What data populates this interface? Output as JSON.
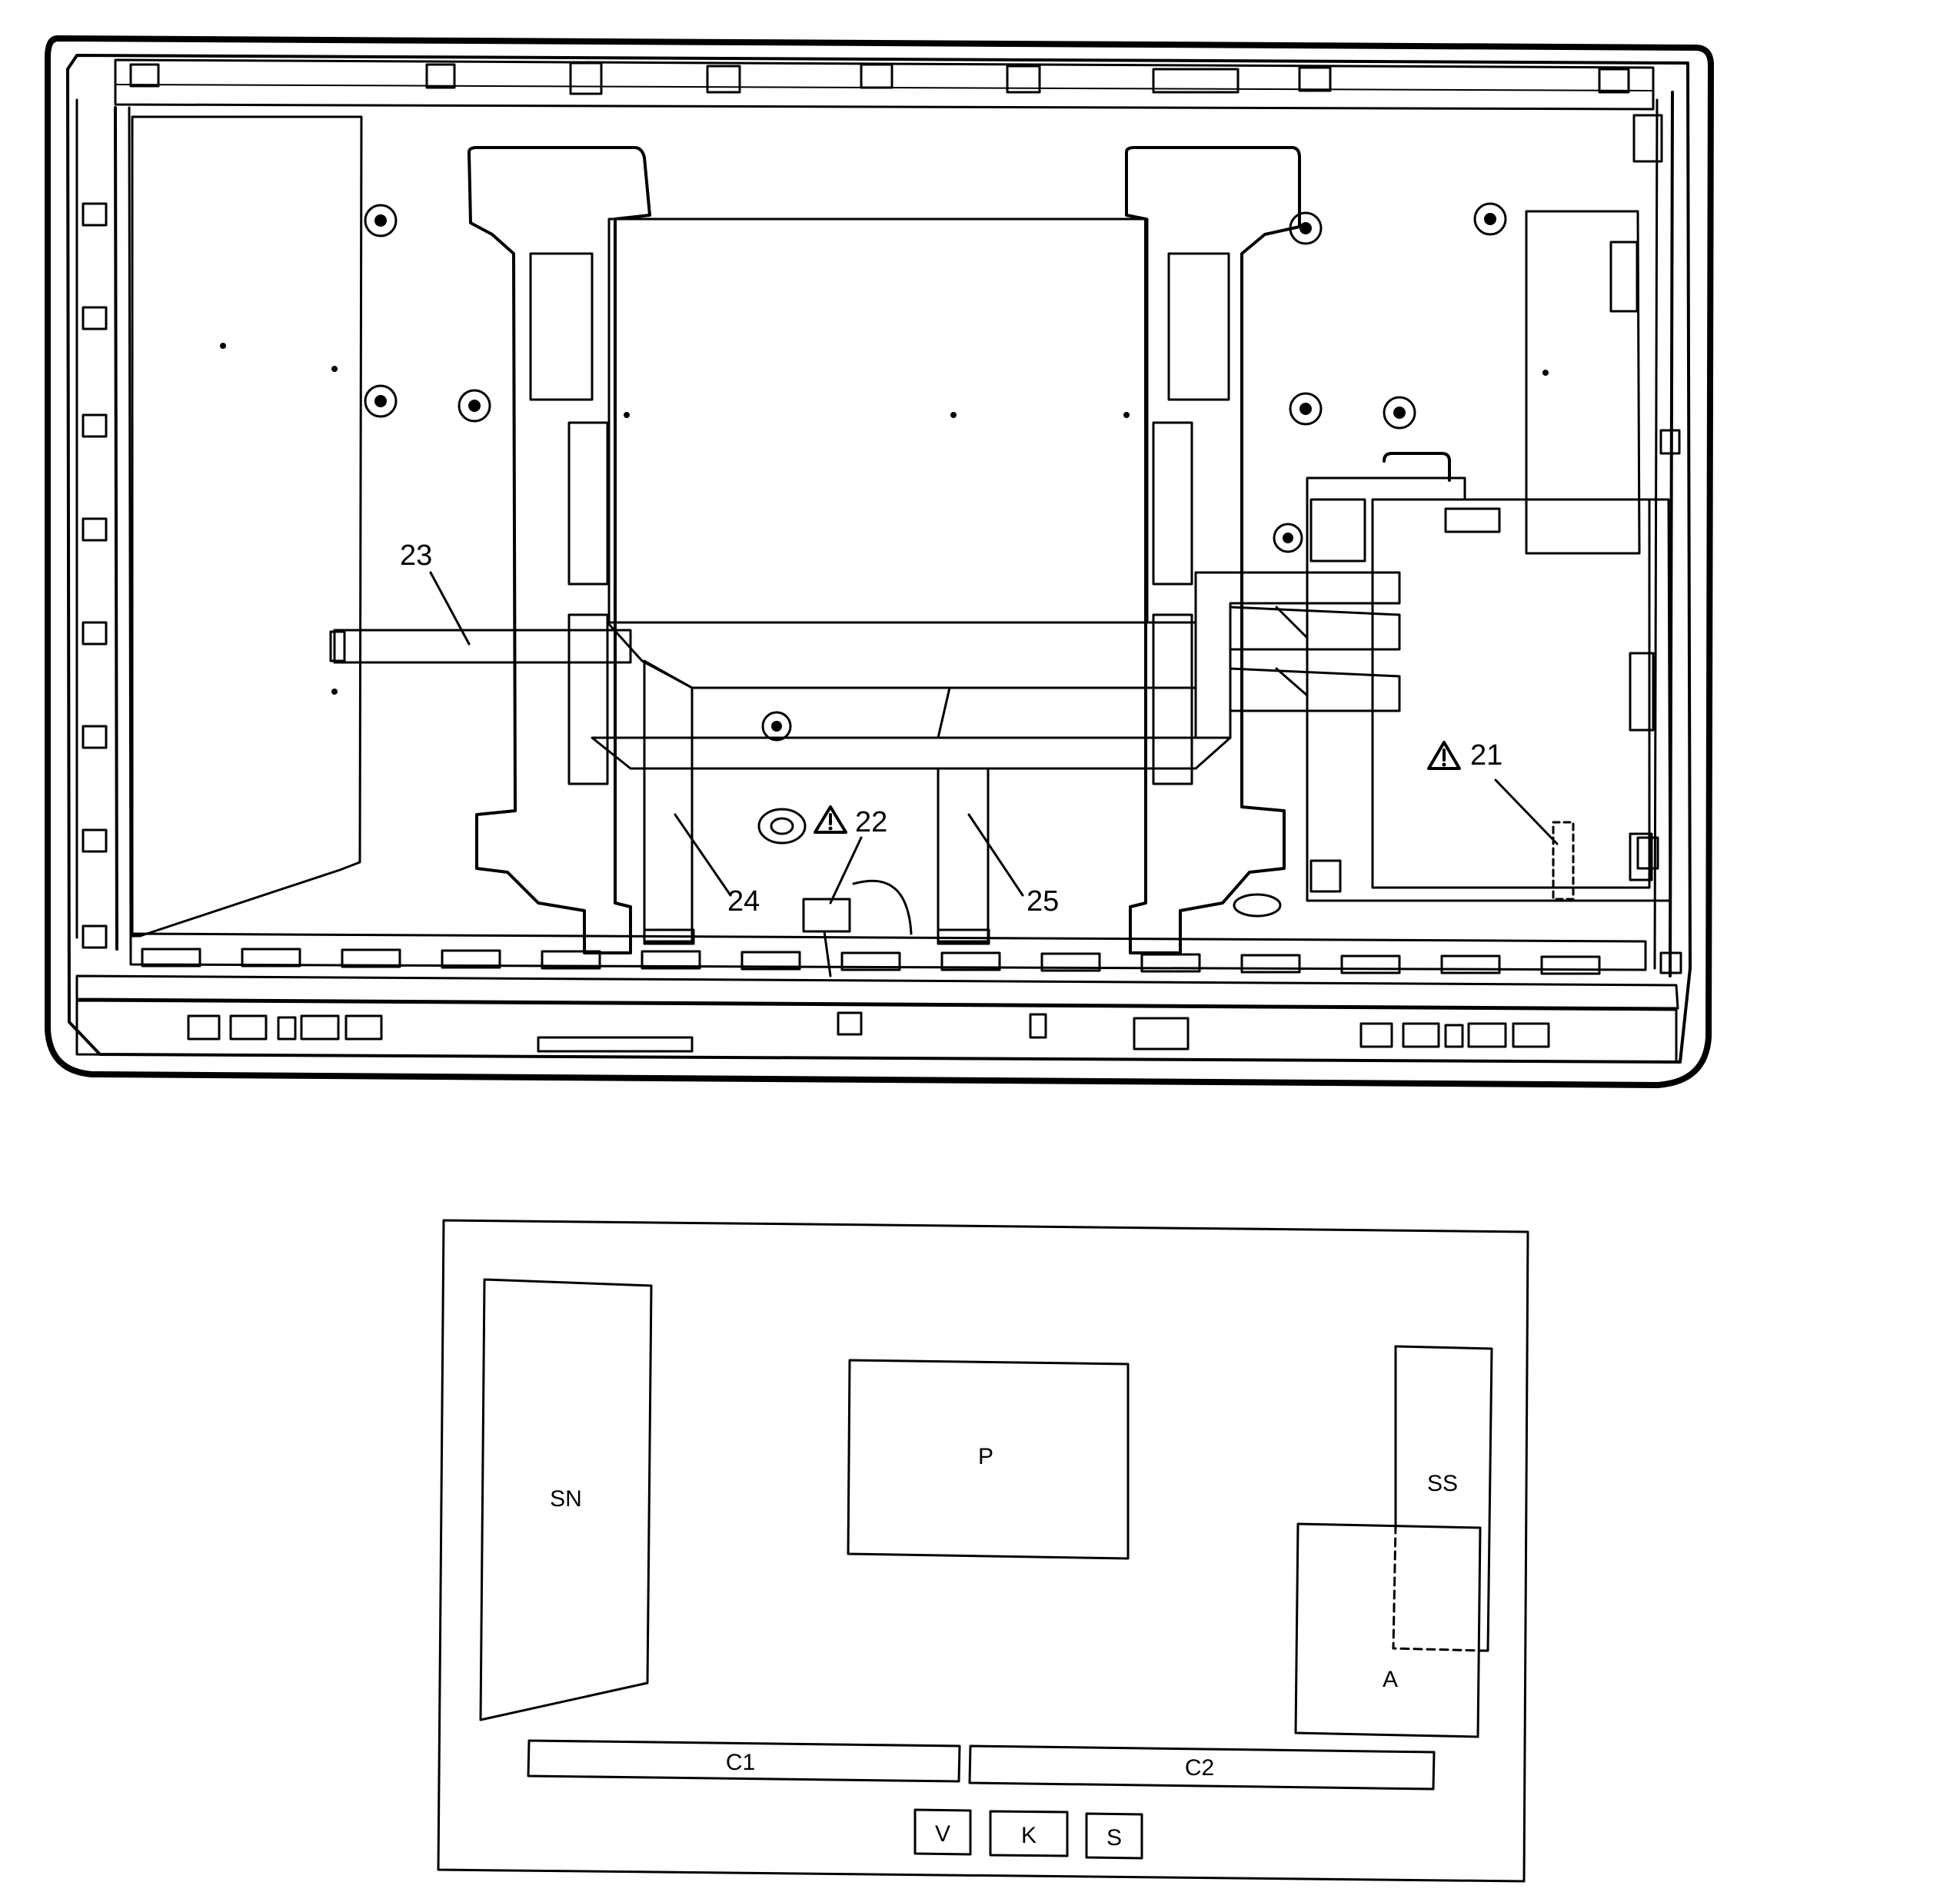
{
  "callouts": {
    "c21": "21",
    "c22": "22",
    "c23": "23",
    "c24": "24",
    "c25": "25"
  },
  "warning_symbol": "warning-triangle-icon",
  "board_map": {
    "SN": "SN",
    "P": "P",
    "SS": "SS",
    "A": "A",
    "C1": "C1",
    "C2": "C2",
    "V": "V",
    "K": "K",
    "S": "S"
  },
  "colors": {
    "line": "#000000",
    "background": "#ffffff"
  }
}
